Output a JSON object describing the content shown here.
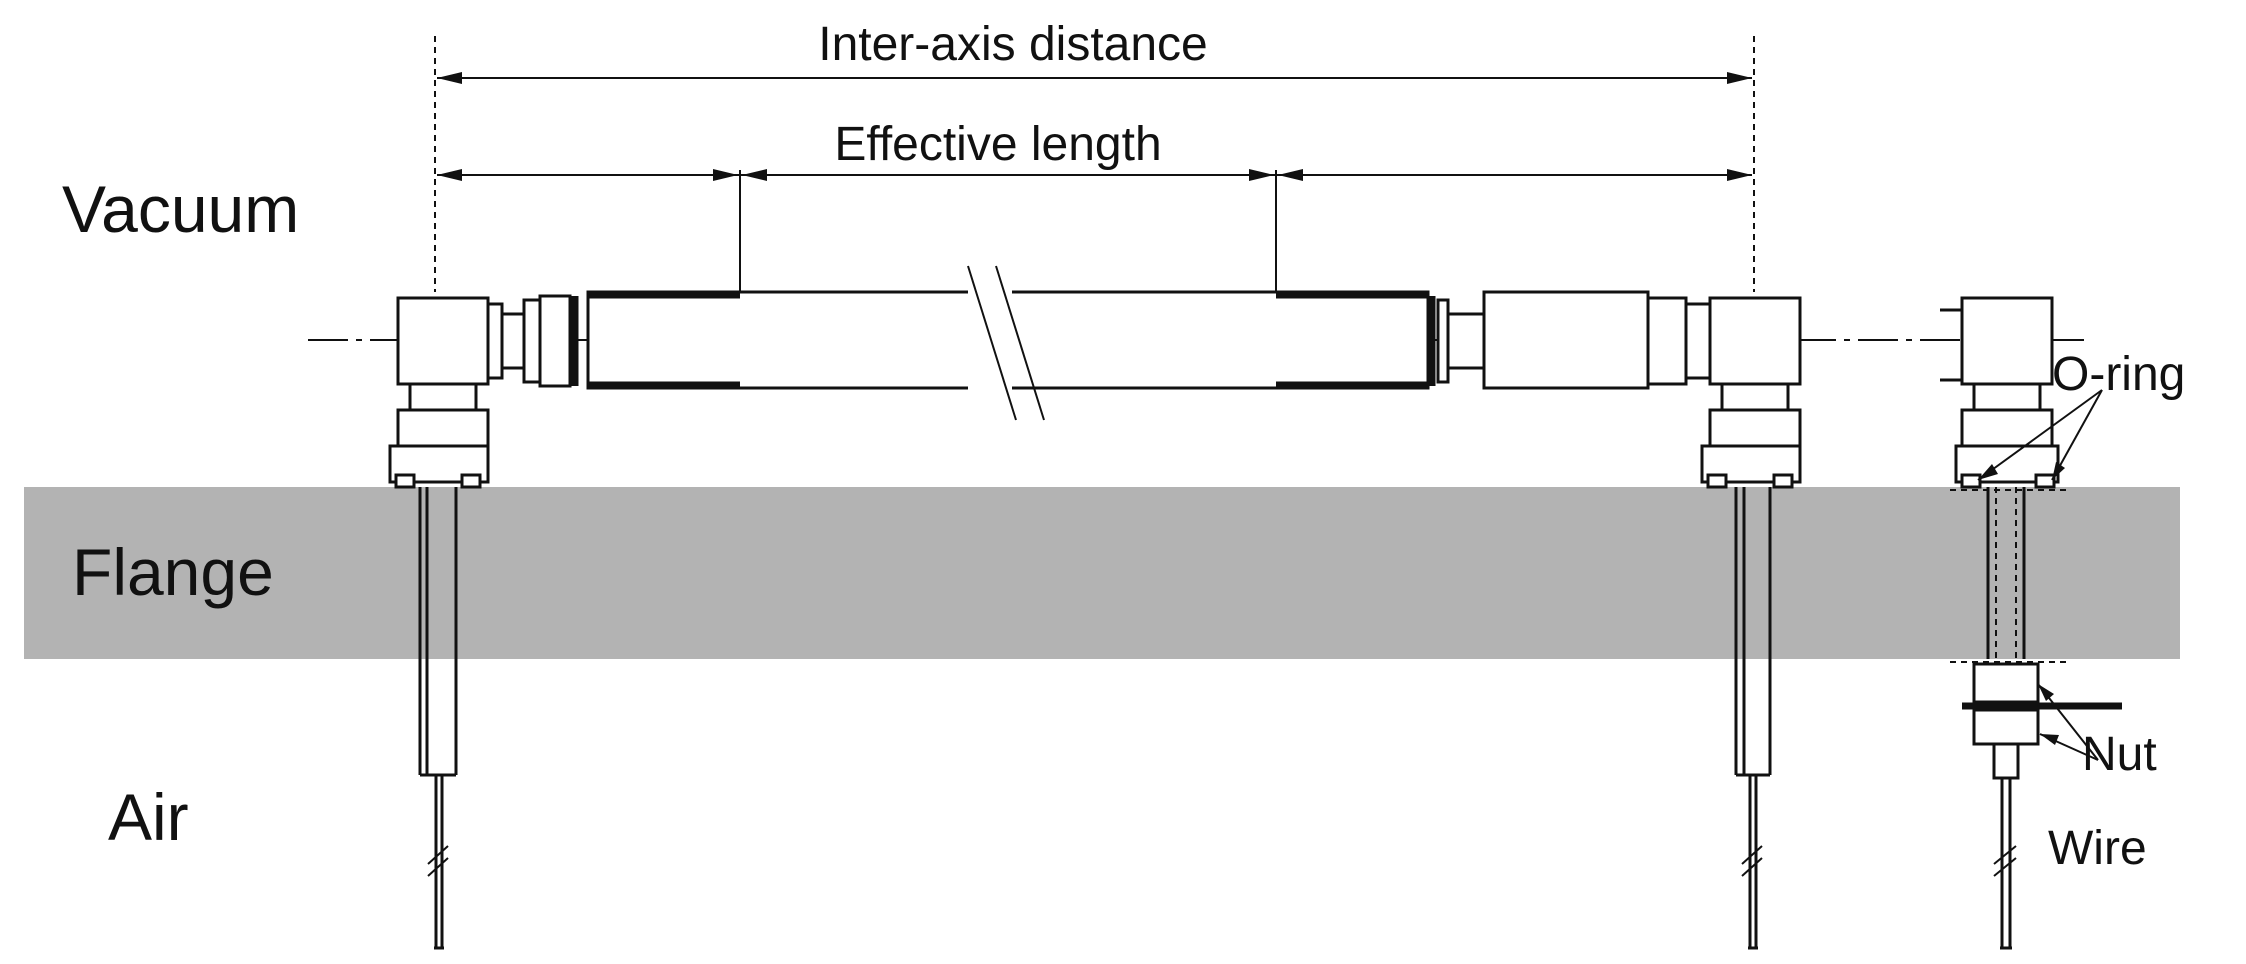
{
  "zones": {
    "vacuum": "Vacuum",
    "flange": "Flange",
    "air": "Air"
  },
  "dimensions": {
    "inter_axis": "Inter-axis distance",
    "effective_length": "Effective length"
  },
  "callouts": {
    "o_ring": "O-ring",
    "nut": "Nut",
    "wire": "Wire"
  },
  "colors": {
    "flange_fill": "#b3b3b3",
    "line": "#111111",
    "background": "#ffffff"
  }
}
